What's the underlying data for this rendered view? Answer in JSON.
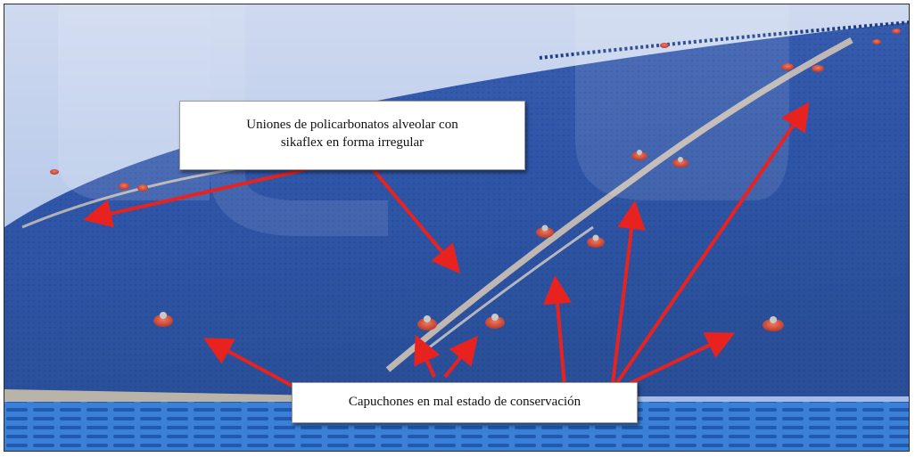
{
  "callouts": {
    "joints": {
      "line1": "Uniones de policarbonatos alveolar con",
      "line2": "sikaflex en forma irregular"
    },
    "caps": {
      "text": "Capuchones en mal estado de conservación"
    }
  },
  "colors": {
    "arrow": "#e8231f",
    "panel": "#2e4f9a",
    "cap": "#d8503a"
  }
}
